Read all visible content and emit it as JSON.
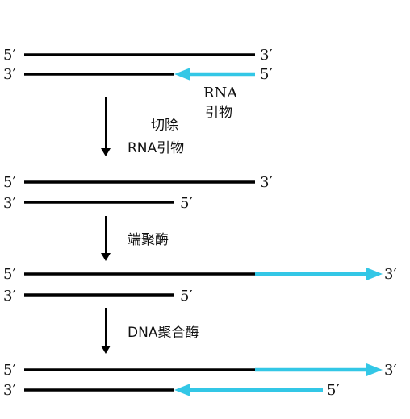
{
  "stage1": {
    "top_left": "5′",
    "top_right": "3′",
    "bottom_left": "3′",
    "bottom_right": "5′",
    "primer_label_1": "RNA",
    "primer_label_2": "引物"
  },
  "step1": {
    "line1": "切除",
    "line2": "RNA引物"
  },
  "stage2": {
    "top_left": "5′",
    "top_right": "3′",
    "bottom_left": "3′",
    "bottom_right": "5′"
  },
  "step2": {
    "label": "端聚酶"
  },
  "stage3": {
    "top_left": "5′",
    "top_right": "3′",
    "bottom_left": "3′",
    "bottom_right": "5′"
  },
  "step3": {
    "label": "DNA聚合酶"
  },
  "stage4": {
    "top_left": "5′",
    "top_right": "3′",
    "bottom_left": "3′",
    "bottom_right": "5′"
  },
  "colors": {
    "strand": "#000000",
    "new_strand": "#33c7e6",
    "arrow": "#000000"
  }
}
